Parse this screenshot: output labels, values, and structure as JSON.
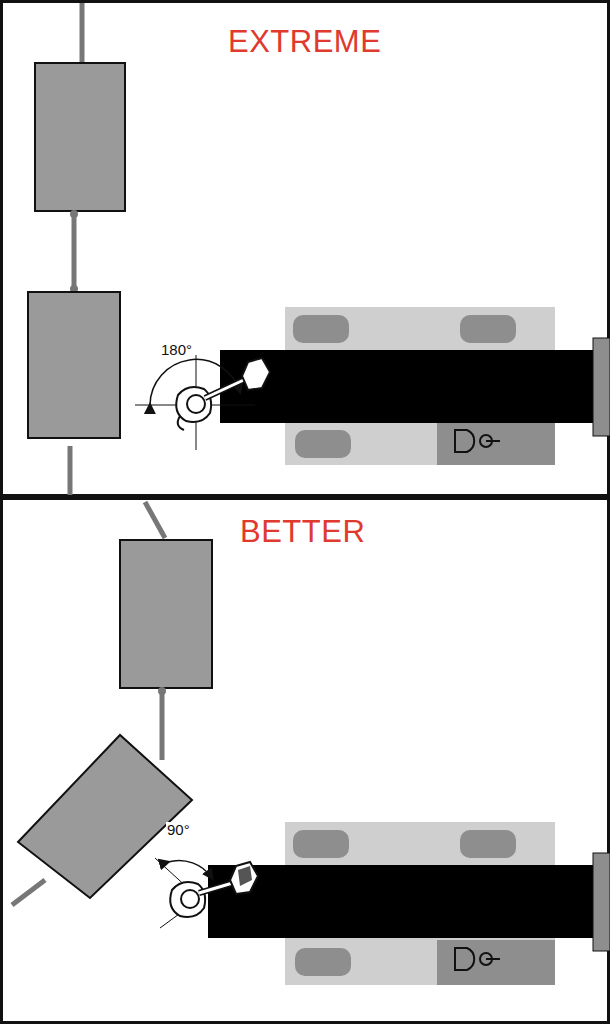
{
  "diagram": {
    "labels": [
      "EXTREME",
      "180°",
      "BETTER",
      "90°"
    ]
  }
}
